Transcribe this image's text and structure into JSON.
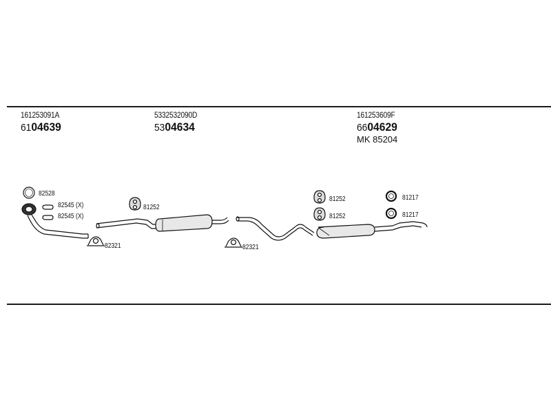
{
  "groups": [
    {
      "oe": "161253091A",
      "art_prefix": "61",
      "art_number": "04639"
    },
    {
      "oe": "5332532090D",
      "art_prefix": "53",
      "art_number": "04634"
    },
    {
      "oe": "161253609F",
      "art_prefix": "66",
      "art_number": "04629",
      "mk": "MK 85204"
    }
  ],
  "parts": {
    "ring_gasket": "82528",
    "clamp_1": "82545 (X)",
    "clamp_2": "82545 (X)",
    "u_clamp_front": "82321",
    "hanger_front": "81252",
    "u_clamp_mid": "82321",
    "hanger_rear_1": "81252",
    "hanger_rear_2": "81252",
    "ring_rear_1": "81217",
    "ring_rear_2": "81217"
  }
}
